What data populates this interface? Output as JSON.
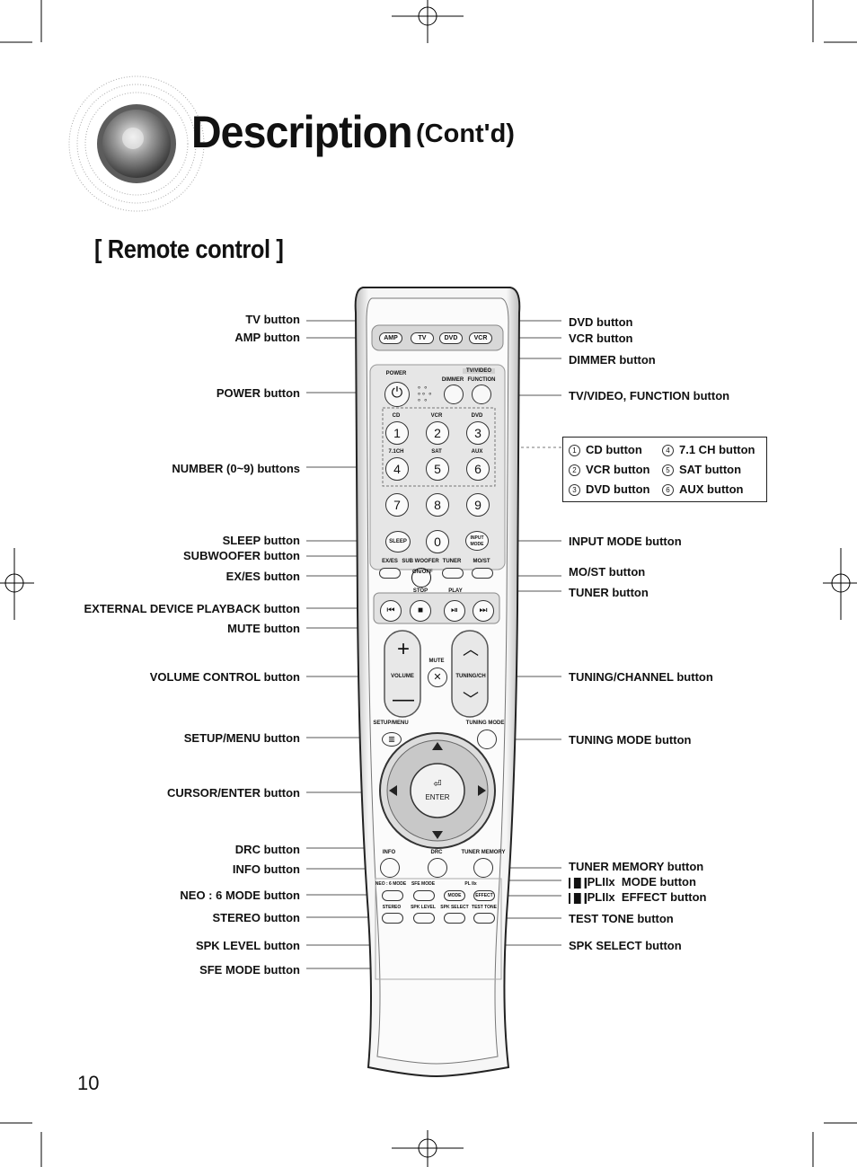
{
  "header": {
    "title": "Description",
    "subtitle": "(Cont'd)",
    "section": "[ Remote control ]"
  },
  "page_number": "10",
  "labels_left": [
    {
      "id": "tv",
      "text": "TV button"
    },
    {
      "id": "amp",
      "text": "AMP button"
    },
    {
      "id": "power",
      "text": "POWER button"
    },
    {
      "id": "number",
      "text": "NUMBER (0~9) buttons"
    },
    {
      "id": "sleep",
      "text": "SLEEP button"
    },
    {
      "id": "subwoofer",
      "text": "SUBWOOFER button"
    },
    {
      "id": "exes",
      "text": "EX/ES button"
    },
    {
      "id": "external",
      "text": "EXTERNAL DEVICE PLAYBACK button"
    },
    {
      "id": "mute",
      "text": "MUTE button"
    },
    {
      "id": "volume",
      "text": "VOLUME CONTROL button"
    },
    {
      "id": "setup",
      "text": "SETUP/MENU button"
    },
    {
      "id": "cursor",
      "text": "CURSOR/ENTER button"
    },
    {
      "id": "drc",
      "text": "DRC button"
    },
    {
      "id": "info",
      "text": "INFO button"
    },
    {
      "id": "neo6",
      "text": "NEO : 6 MODE button"
    },
    {
      "id": "stereo",
      "text": "STEREO button"
    },
    {
      "id": "spklevel",
      "text": "SPK LEVEL button"
    },
    {
      "id": "sfemode",
      "text": "SFE MODE button"
    }
  ],
  "labels_right": [
    {
      "id": "dvd",
      "text": "DVD button"
    },
    {
      "id": "vcr",
      "text": "VCR button"
    },
    {
      "id": "dimmer",
      "text": "DIMMER button"
    },
    {
      "id": "tvvideo",
      "text": "TV/VIDEO, FUNCTION button"
    },
    {
      "id": "inputmode",
      "text": "INPUT MODE button"
    },
    {
      "id": "most",
      "text": "MO/ST button"
    },
    {
      "id": "tuner",
      "text": "TUNER button"
    },
    {
      "id": "tuningch",
      "text": "TUNING/CHANNEL button"
    },
    {
      "id": "tuningmode",
      "text": "TUNING MODE button"
    },
    {
      "id": "tunermemory",
      "text": "TUNER MEMORY button"
    },
    {
      "id": "plmode",
      "text": "MODE button"
    },
    {
      "id": "pleffect",
      "text": "EFFECT button"
    },
    {
      "id": "testtone",
      "text": "TEST TONE button"
    },
    {
      "id": "spkselect",
      "text": "SPK SELECT button"
    }
  ],
  "pl_logo": "PLIIx",
  "legend": {
    "left": [
      {
        "num": "1",
        "small": "CD",
        "text": "CD button"
      },
      {
        "num": "2",
        "small": "VCR",
        "text": "VCR button"
      },
      {
        "num": "3",
        "small": "DVD",
        "text": "DVD button"
      }
    ],
    "right": [
      {
        "num": "4",
        "small": "7.1CH",
        "text": "7.1 CH button"
      },
      {
        "num": "5",
        "small": "SAT",
        "text": "SAT button"
      },
      {
        "num": "6",
        "small": "AUX",
        "text": "AUX button"
      }
    ]
  },
  "remote": {
    "top_buttons": [
      "AMP",
      "TV",
      "DVD",
      "VCR"
    ],
    "power_label": "POWER",
    "tvvideo_label": "TV/VIDEO",
    "dimmer_label": "DIMMER",
    "function_label": "FUNCTION",
    "num_labels": [
      "CD",
      "VCR",
      "DVD",
      "7.1CH",
      "SAT",
      "AUX"
    ],
    "digits": [
      "1",
      "2",
      "3",
      "4",
      "5",
      "6",
      "7",
      "8",
      "9",
      "0"
    ],
    "sleep_label": "SLEEP",
    "input_label": "INPUT MODE",
    "exes_label": "EX/ES",
    "sub_label": "SUB WOOFER",
    "tuner_label": "TUNER",
    "most_label": "MO/ST",
    "onoff_label": "ON/OFF",
    "stop_label": "STOP",
    "play_label": "PLAY",
    "mute_label": "MUTE",
    "volume_label": "VOLUME",
    "tuningch_label": "TUNING/CH",
    "setup_label": "SETUP/MENU",
    "tuningmode_label": "TUNING MODE",
    "enter_label": "ENTER",
    "info_label": "INFO",
    "drc_label": "DRC",
    "tunermemory_label": "TUNER MEMORY",
    "neo6_label": "NEO : 6 MODE",
    "sfe_label": "SFE MODE",
    "pl_label": "PL IIx",
    "mode_label": "MODE",
    "effect_label": "EFFECT",
    "stereo_label": "STEREO",
    "spklevel_label": "SPK LEVEL",
    "spkselect_label": "SPK SELECT",
    "testtone_label": "TEST TONE"
  }
}
